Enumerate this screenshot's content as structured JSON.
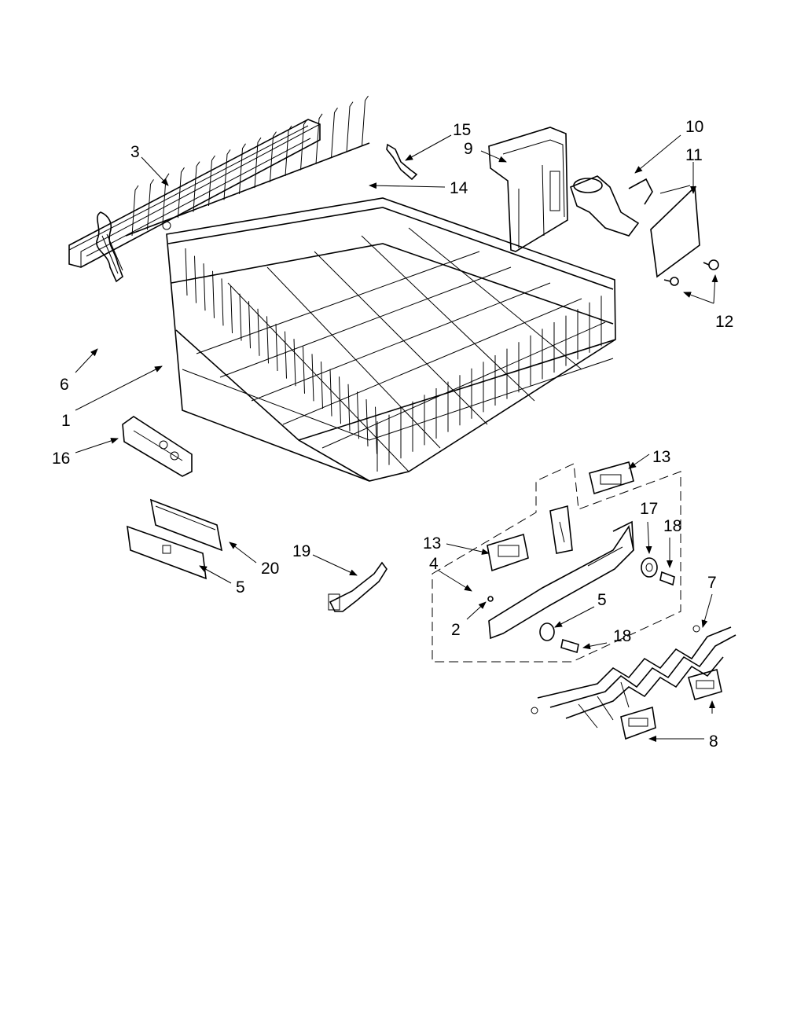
{
  "diagram": {
    "callouts": [
      {
        "id": "c1",
        "text": "1"
      },
      {
        "id": "c2",
        "text": "2"
      },
      {
        "id": "c3",
        "text": "3"
      },
      {
        "id": "c4",
        "text": "4"
      },
      {
        "id": "c5a",
        "text": "5"
      },
      {
        "id": "c5b",
        "text": "5"
      },
      {
        "id": "c6",
        "text": "6"
      },
      {
        "id": "c7",
        "text": "7"
      },
      {
        "id": "c8",
        "text": "8"
      },
      {
        "id": "c9",
        "text": "9"
      },
      {
        "id": "c10",
        "text": "10"
      },
      {
        "id": "c11",
        "text": "11"
      },
      {
        "id": "c12",
        "text": "12"
      },
      {
        "id": "c13a",
        "text": "13"
      },
      {
        "id": "c13b",
        "text": "13"
      },
      {
        "id": "c14",
        "text": "14"
      },
      {
        "id": "c15",
        "text": "15"
      },
      {
        "id": "c16",
        "text": "16"
      },
      {
        "id": "c17",
        "text": "17"
      },
      {
        "id": "c18a",
        "text": "18"
      },
      {
        "id": "c18b",
        "text": "18"
      },
      {
        "id": "c19",
        "text": "19"
      },
      {
        "id": "c20",
        "text": "20"
      }
    ]
  }
}
